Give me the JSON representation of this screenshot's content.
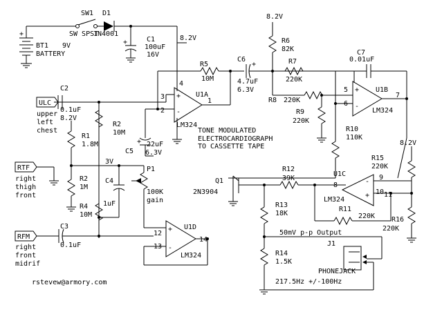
{
  "labels": {
    "sw1_ref": "SW1",
    "sw1_type": "SW SPST",
    "d1_ref": "D1",
    "d1_part": "1N4001",
    "bt1_ref": "BT1",
    "bt1_val": "9V",
    "bt1_name": "BATTERY",
    "c1_ref": "C1",
    "c1_val": "100uF",
    "c1_volt": "16V",
    "vcc_top": "8.2V",
    "vcc_r6": "8.2V",
    "vcc_ulc": "8.2V",
    "vcc_r15": "8.2V",
    "r5_ref": "R5",
    "r5_val": "10M",
    "c6_ref": "C6",
    "c6_val": "4.7uF",
    "c6_volt": "6.3V",
    "r6_ref": "R6",
    "r6_val": "82K",
    "r7_ref": "R7",
    "r7_val": "220K",
    "c7_ref": "C7",
    "c7_val": "0.01uF",
    "u1a_ref": "U1A",
    "u1a_part": "LM324",
    "u1b_ref": "U1B",
    "u1b_part": "LM324",
    "u1c_ref": "U1C",
    "u1c_part": "LM324",
    "u1d_ref": "U1D",
    "u1d_part": "LM324",
    "ulc_tag": "ULC",
    "ulc_l1": "upper",
    "ulc_l2": "left",
    "ulc_l3": "chest",
    "c2_ref": "C2",
    "c2_val": "0.1uF",
    "r1_ref": "R1",
    "r1_val": "1.8M",
    "r2a_ref": "R2",
    "r2a_val": "10M",
    "r8_ref": "R8",
    "r8_val": "220K",
    "r9_ref": "R9",
    "r9_val": "220K",
    "r10_ref": "R10",
    "r10_val": "110K",
    "title1": "TONE MODULATED",
    "title2": "ELECTROCARDIOGRAPH",
    "title3": "TO CASSETTE TAPE",
    "c5_ref": "C5",
    "c5_val": "22uF",
    "c5_volt": "6.3V",
    "p1_ref": "P1",
    "p1_val": "100K",
    "p1_name": "gain",
    "v3": "3V",
    "rtf_tag": "RTF",
    "rtf_l1": "right",
    "rtf_l2": "thigh",
    "rtf_l3": "front",
    "r2b_ref": "R2",
    "r2b_val": "1M",
    "c4_ref": "C4",
    "c4_val": "1uF",
    "r4_ref": "R4",
    "r4_val": "10M",
    "q1_ref": "Q1",
    "q1_part": "2N3904",
    "r12_ref": "R12",
    "r12_val": "39K",
    "r13_ref": "R13",
    "r13_val": "18K",
    "r14_ref": "R14",
    "r14_val": "1.5K",
    "r11_ref": "R11",
    "r11_val": "220K",
    "r15_ref": "R15",
    "r15_val": "220K",
    "r16_ref": "R16",
    "r16_val": "220K",
    "rfm_tag": "RFM",
    "rfm_l1": "right",
    "rfm_l2": "front",
    "rfm_l3": "midrif",
    "c3_ref": "C3",
    "c3_val": "0.1uF",
    "out1": "50mV p-p Output",
    "j1_ref": "J1",
    "j1_name": "PHONEJACK",
    "out2": "217.5Hz +/-100Hz",
    "email": "rstevew@armory.com",
    "pin1": "1",
    "pin2": "2",
    "pin3": "3",
    "pin4": "4",
    "pin5": "5",
    "pin6": "6",
    "pin7": "7",
    "pin8": "8",
    "pin9": "9",
    "pin10": "10",
    "pin11": "11",
    "pin12": "12",
    "pin13": "13",
    "pin14": "14",
    "plus": "+",
    "minus": "-"
  }
}
